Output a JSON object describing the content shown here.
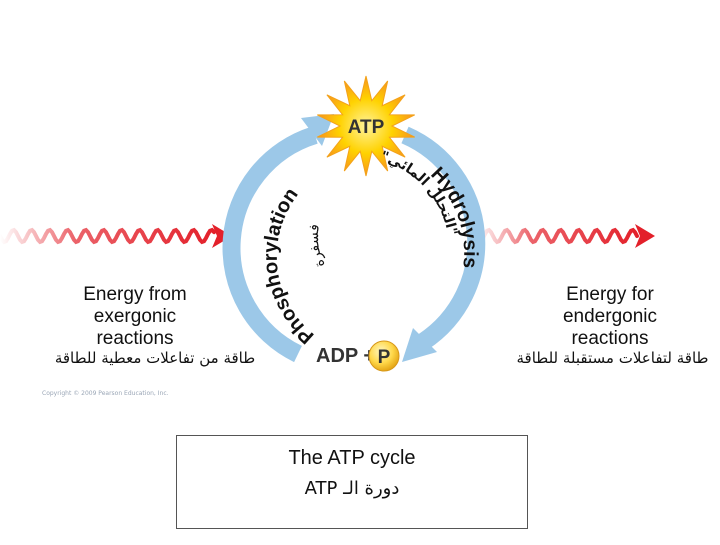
{
  "center": {
    "atp_label": "ATP",
    "adp_label": "ADP +",
    "p_label": "P",
    "copyright": "Copyright © 2009 Pearson Education, Inc."
  },
  "arrows": {
    "left_en": "Phosphorylation",
    "left_ar": "فسفرة",
    "right_en": "Hydrolysis",
    "right_ar": "\"التحلل المائي\""
  },
  "left": {
    "en_lines": [
      "Energy from",
      "exergonic",
      "reactions"
    ],
    "ar": "طاقة من تفاعلات معطية للطاقة"
  },
  "right": {
    "en_lines": [
      "Energy for",
      "endergonic",
      "reactions"
    ],
    "ar": "طاقة لتفاعلات مستقبلة للطاقة"
  },
  "caption": {
    "en": "The ATP cycle",
    "ar": "دورة الـ ATP"
  },
  "colors": {
    "wave_red": "#e3202a",
    "cycle_blue": "#9cc8e8",
    "star_yellow": "#ffd200",
    "star_orange": "#f7941d",
    "phosphate_yellow": "#ffd84a"
  }
}
